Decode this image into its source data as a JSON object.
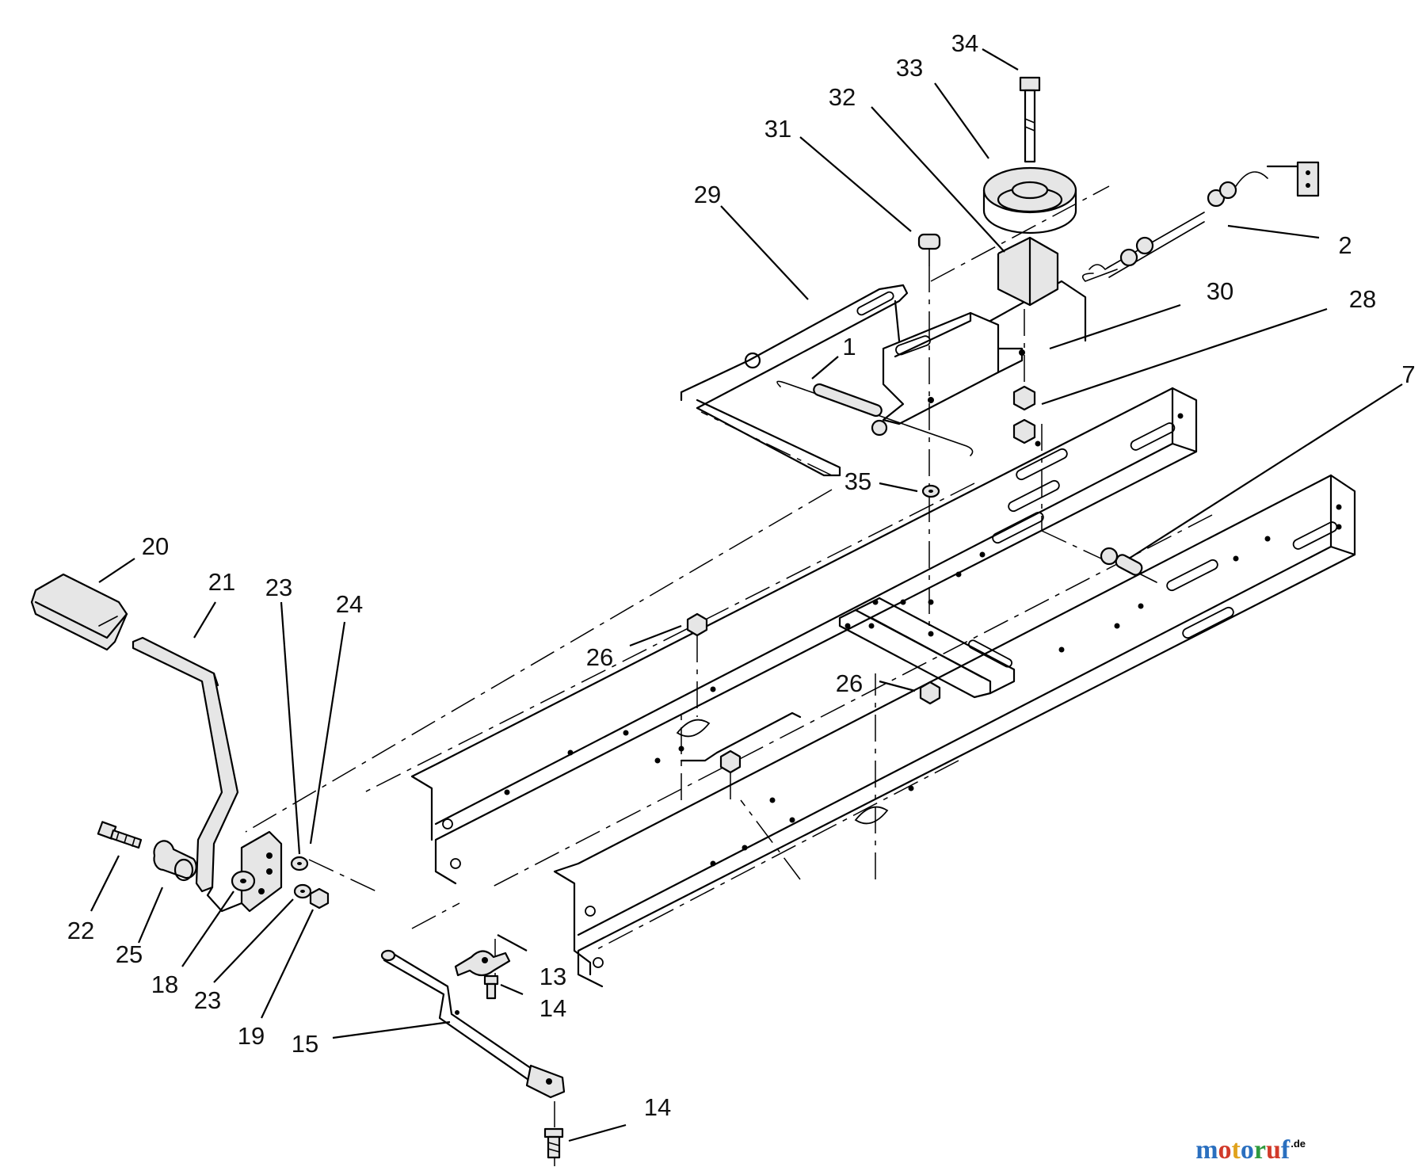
{
  "callouts": [
    {
      "label": "34"
    },
    {
      "label": "33"
    },
    {
      "label": "32"
    },
    {
      "label": "31"
    },
    {
      "label": "29"
    },
    {
      "label": "2"
    },
    {
      "label": "30"
    },
    {
      "label": "28"
    },
    {
      "label": "1"
    },
    {
      "label": "7"
    },
    {
      "label": "35"
    },
    {
      "label": "20"
    },
    {
      "label": "21"
    },
    {
      "label": "23"
    },
    {
      "label": "24"
    },
    {
      "label": "26"
    },
    {
      "label": "26"
    },
    {
      "label": "22"
    },
    {
      "label": "25"
    },
    {
      "label": "18"
    },
    {
      "label": "23"
    },
    {
      "label": "19"
    },
    {
      "label": "13"
    },
    {
      "label": "14"
    },
    {
      "label": "15"
    },
    {
      "label": "14"
    }
  ],
  "watermark": {
    "letters": [
      "m",
      "o",
      "t",
      "o",
      "r",
      "u",
      "f"
    ],
    "suffix": ".de",
    "colors": [
      "#2a6fbf",
      "#d13a2a",
      "#e0a21c",
      "#2a6fbf",
      "#2e9a3e",
      "#d13a2a",
      "#2a6fbf"
    ]
  }
}
